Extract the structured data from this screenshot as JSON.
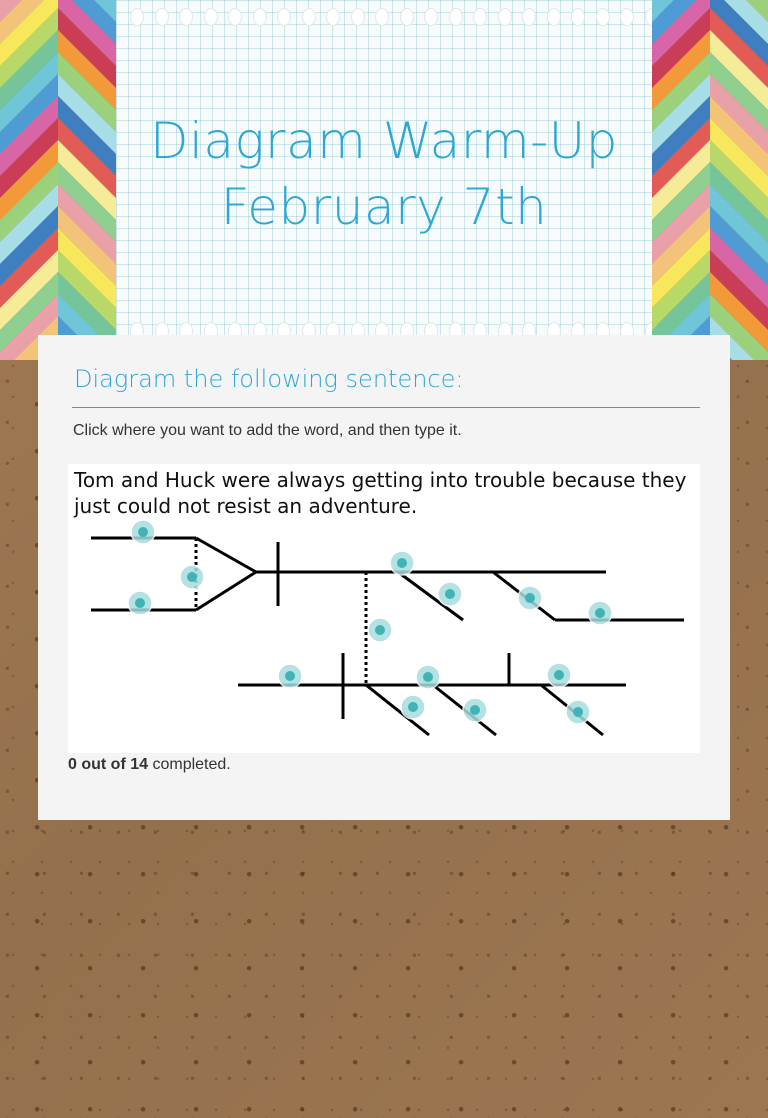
{
  "header": {
    "title_line1": "Diagram Warm-Up",
    "title_line2": "February 7th"
  },
  "card": {
    "heading": "Diagram the following sentence:",
    "instruction": "Click where you want to add the word, and then type it.",
    "sentence": "Tom and Huck were always getting into trouble because they just could not resist an adventure.",
    "progress": {
      "count": "0 out of 14",
      "suffix": "completed."
    }
  },
  "colors": {
    "accent": "#2ea7d3",
    "dot_outer": "#a8dcde",
    "dot_inner": "#3fb3b6",
    "card_bg": "#f4f4f4"
  },
  "word_slots_total": 14
}
